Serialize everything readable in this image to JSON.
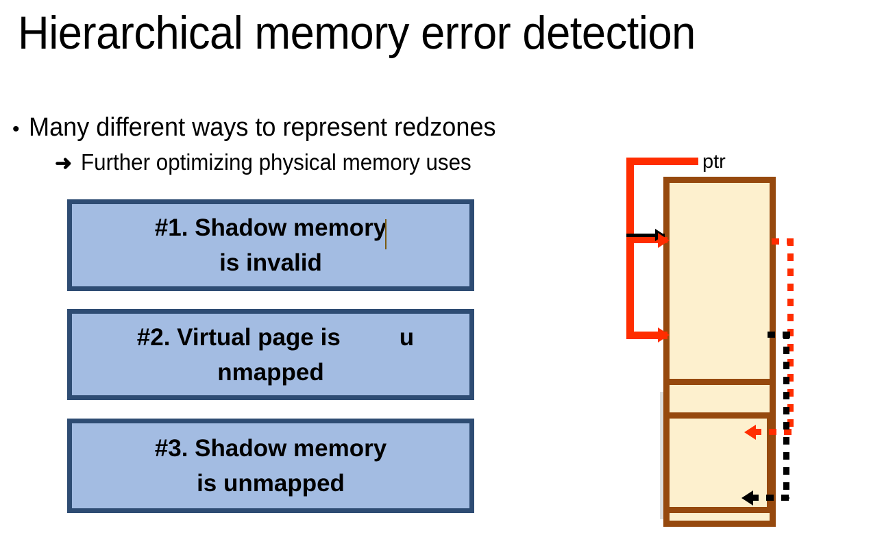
{
  "slide": {
    "title": "Hierarchical memory error detection"
  },
  "bullets": [
    {
      "marker": "•",
      "text": "Many different ways to represent redzones",
      "level": 1
    },
    {
      "marker": "➜",
      "text": "Further optimizing physical memory uses",
      "level": 2
    }
  ],
  "options": [
    {
      "id": "option-1",
      "line1": "#1. Shadow memory",
      "line2": "is invalid",
      "has_caret": true
    },
    {
      "id": "option-2",
      "line1_a": "#2. Virtual page is",
      "line1_b": "u",
      "line2": "nmapped",
      "has_caret": false
    },
    {
      "id": "option-3",
      "line1": "#3. Shadow memory",
      "line2": "is unmapped",
      "has_caret": false
    }
  ],
  "diagram": {
    "pointer_label": "ptr",
    "colors": {
      "pointer_red": "#FF2D00",
      "block_border_brown": "#96490E",
      "block_fill_cream": "#FDF0CE",
      "unmapped_gray": "#DEDEDE",
      "shadow_black": "#000000"
    },
    "blocks": [
      {
        "name": "memory-block-top",
        "state": "mapped"
      },
      {
        "name": "memory-block-middle",
        "state": "mapped"
      },
      {
        "name": "memory-block-bottom",
        "state": "mapped"
      }
    ],
    "gray_region_name": "unmapped-region"
  },
  "theme": {
    "box_fill": "#A3BCE2",
    "box_border": "#2E4C73",
    "background": "#FFFFFF",
    "text": "#000000"
  }
}
